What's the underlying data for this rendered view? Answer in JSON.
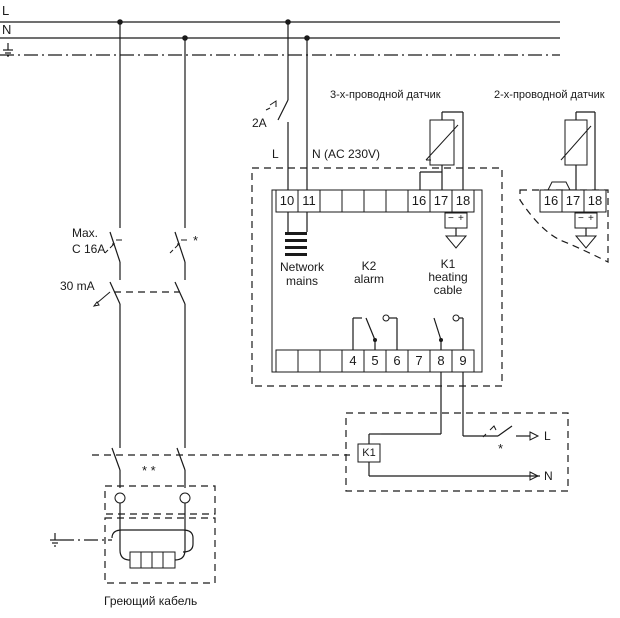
{
  "buses": {
    "l": "L",
    "n": "N"
  },
  "sensors": {
    "three_wire": "3-х-проводной датчик",
    "two_wire": "2-х-проводной датчик"
  },
  "fuse": {
    "rating": "2A"
  },
  "supply": {
    "l": "L",
    "n": "N (AC 230V)"
  },
  "breaker": {
    "line1": "Max.",
    "line2": "C 16A"
  },
  "rcd": {
    "rating": "30 mA"
  },
  "marks": {
    "single": "*",
    "double": "* *",
    "external": "*"
  },
  "terminals": {
    "top": [
      "10",
      "11",
      "16",
      "17",
      "18"
    ],
    "bottom": [
      "4",
      "5",
      "6",
      "7",
      "8",
      "9"
    ],
    "probe_2wire": [
      "16",
      "17",
      "18"
    ]
  },
  "probe": {
    "minus": "−",
    "plus": "+"
  },
  "labels": {
    "network_line1": "Network",
    "network_line2": "mains",
    "k2_line1": "K2",
    "k2_line2": "alarm",
    "k1_line1": "K1",
    "k1_line2": "heating",
    "k1_line3": "cable"
  },
  "contactor": {
    "coil": "K1",
    "l": "L",
    "n": "N"
  },
  "cable": {
    "caption": "Греющий кабель"
  }
}
